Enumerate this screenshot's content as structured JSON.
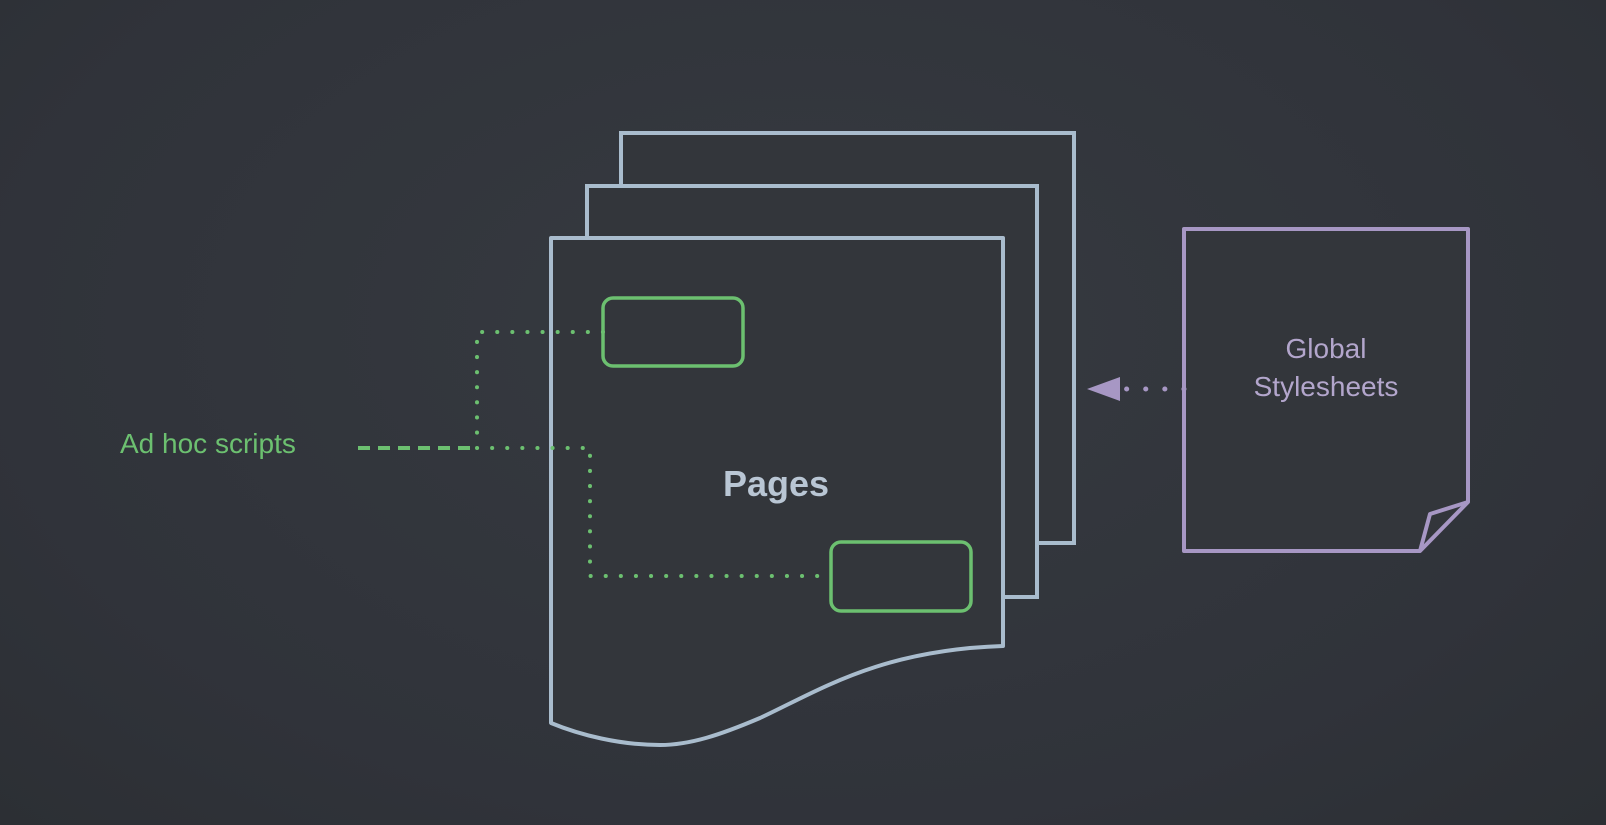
{
  "labels": {
    "scripts": "Ad hoc scripts",
    "pages": "Pages",
    "global_line1": "Global",
    "global_line2": "Stylesheets"
  },
  "colors": {
    "background": "#33363b",
    "page_outline": "#a9bccd",
    "script_green": "#6cc070",
    "stylesheet_purple": "#a797c4"
  }
}
